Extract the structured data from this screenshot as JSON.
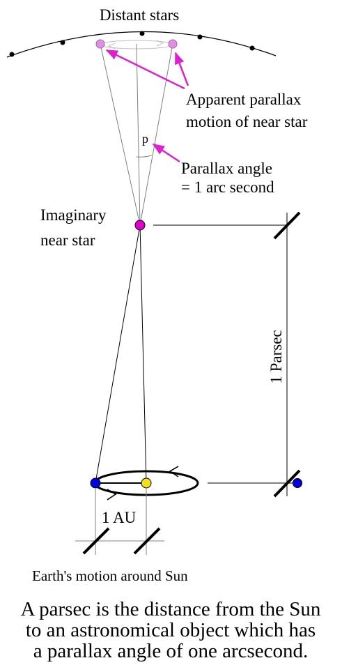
{
  "labels": {
    "distant_stars": "Distant stars",
    "apparent_parallax_line1": "Apparent parallax",
    "apparent_parallax_line2": "motion of near star",
    "p": "p",
    "parallax_angle_line1": "Parallax angle",
    "parallax_angle_line2": "= 1 arc second",
    "near_star_line1": "Imaginary",
    "near_star_line2": "near star",
    "parsec": "1 Parsec",
    "au": "1 AU",
    "earth_motion": "Earth's motion around Sun"
  },
  "caption": {
    "line1": "A parsec is the distance from the Sun",
    "line2": "to an astronomical object which has",
    "line3": "a parallax angle of one arcsecond."
  },
  "colors": {
    "line": "#000000",
    "thin_line": "#808080",
    "pointer": "#e020d0",
    "near_star": "#e000d0",
    "apparent_star": "#e090e0",
    "earth": "#0000e0",
    "sun": "#f0e020"
  }
}
